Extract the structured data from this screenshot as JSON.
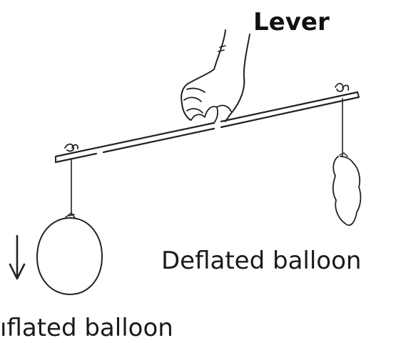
{
  "labels": {
    "lever": "Lever",
    "deflated_balloon": "Deflated balloon",
    "inflated_balloon_partial": "ıflated balloon"
  }
}
